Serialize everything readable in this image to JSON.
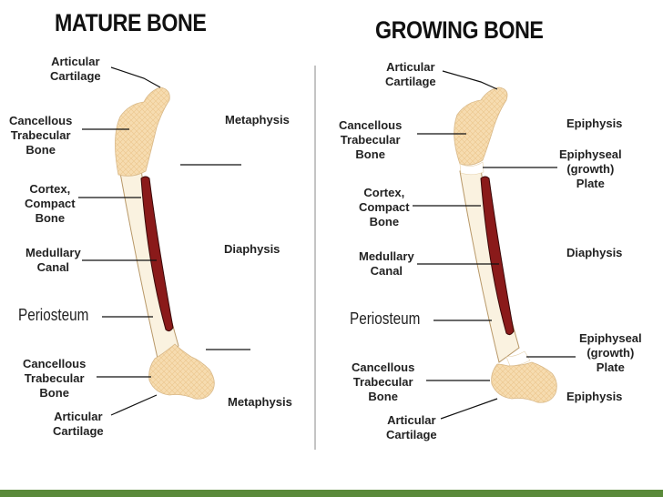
{
  "titles": {
    "mature": "MATURE BONE",
    "growing": "GROWING BONE"
  },
  "mature": {
    "articular_top": [
      "Articular",
      "Cartilage"
    ],
    "cancellous_top": [
      "Cancellous",
      "Trabecular",
      "Bone"
    ],
    "cortex": [
      "Cortex,",
      "Compact",
      "Bone"
    ],
    "medullary": [
      "Medullary",
      "Canal"
    ],
    "periosteum": "Periosteum",
    "cancellous_bottom": [
      "Cancellous",
      "Trabecular",
      "Bone"
    ],
    "articular_bottom": [
      "Articular",
      "Cartilage"
    ],
    "metaphysis_top": "Metaphysis",
    "diaphysis": "Diaphysis",
    "metaphysis_bottom": "Metaphysis"
  },
  "growing": {
    "articular_top": [
      "Articular",
      "Cartilage"
    ],
    "cancellous_top": [
      "Cancellous",
      "Trabecular",
      "Bone"
    ],
    "cortex": [
      "Cortex,",
      "Compact",
      "Bone"
    ],
    "medullary": [
      "Medullary",
      "Canal"
    ],
    "periosteum": "Periosteum",
    "cancellous_bottom": [
      "Cancellous",
      "Trabecular",
      "Bone"
    ],
    "articular_bottom": [
      "Articular",
      "Cartilage"
    ],
    "epiphysis_top": "Epiphysis",
    "plate_top": [
      "Epiphyseal",
      "(growth)",
      "Plate"
    ],
    "diaphysis": "Diaphysis",
    "plate_bottom": [
      "Epiphyseal",
      "(growth)",
      "Plate"
    ],
    "epiphysis_bottom": "Epiphysis"
  },
  "colors": {
    "bone_fill": "#f6ddb0",
    "bone_end": "#f8e0ba",
    "bone_stroke": "#b89868",
    "marrow": "#8a1a1a",
    "marrow_stroke": "#3a0808",
    "growth_plate": "#ffffff",
    "footer": "#5a8a3a"
  }
}
